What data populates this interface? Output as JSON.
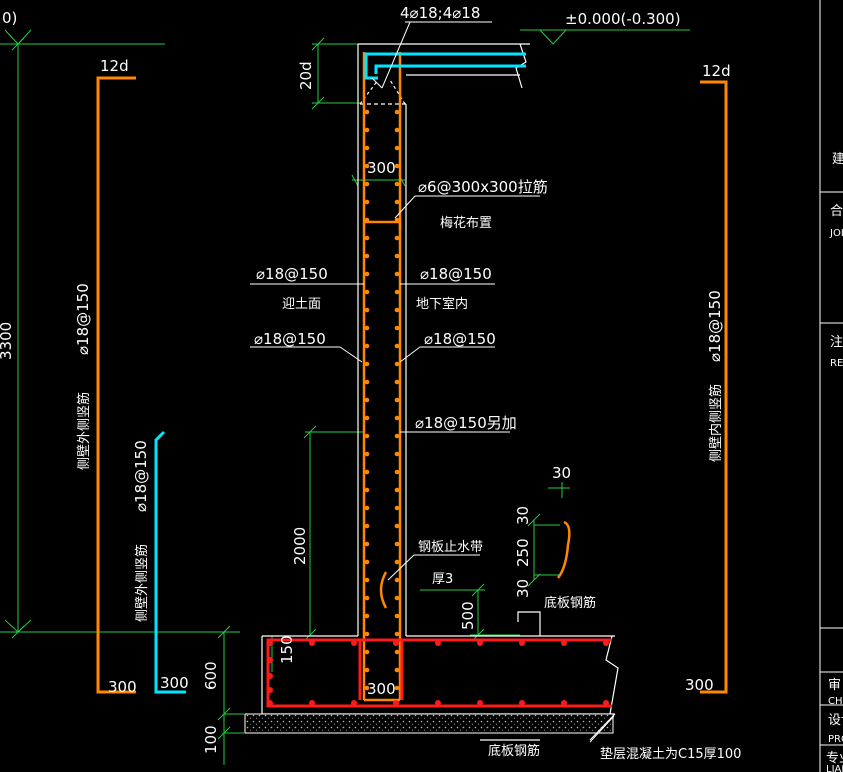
{
  "labels": {
    "top_bars": "4⌀18;4⌀18",
    "elevation": "±0.000(-0.300)",
    "left_elev_fragment": "0)",
    "dim_20d": "20d",
    "dim_300_top": "300",
    "tie_bars": "⌀6@300x300拉筋",
    "tie_layout": "梅花布置",
    "left_bar_1": "⌀18@150",
    "right_bar_1": "⌀18@150",
    "soil_side": "迎土面",
    "indoor_side": "地下室内",
    "left_bar_2": "⌀18@150",
    "right_bar_2": "⌀18@150",
    "extra_bar": "⌀18@150另加",
    "dim_2000": "2000",
    "waterstop": "钢板止水带",
    "waterstop_thick": "厚3",
    "dim_30_a": "30",
    "dim_30_b": "30",
    "dim_250": "250",
    "dim_30_c": "30",
    "dim_500": "500",
    "bottom_rebar_1": "底板钢筋",
    "dim_150": "150",
    "dim_300_bottom": "300",
    "dim_600": "600",
    "dim_100": "100",
    "bottom_rebar_2": "底板钢筋",
    "cushion": "垫层混凝土为C15厚100",
    "dim_3300": "3300",
    "left_bar_12d": "12d",
    "left_bar_spec": "⌀18@150",
    "left_bar_name": "侧壁外侧竖筋",
    "left_bar_300": "300",
    "cyan_bar_spec": "⌀18@150",
    "cyan_bar_name": "侧壁外侧竖筋",
    "cyan_bar_300": "300",
    "right_bar_12d": "12d",
    "right_bar_spec": "⌀18@150",
    "right_bar_name": "侧壁内侧竖筋",
    "right_bar_300": "300"
  },
  "title_block": {
    "t1": "建",
    "t2": "合作",
    "t3": "JOIN",
    "t4": "注册",
    "t5": "REG",
    "t6": "审",
    "t7": "CHE",
    "t8": "设计",
    "t9": "PRO",
    "t10": "专业",
    "t11": "LIAI"
  },
  "colors": {
    "orange": "#ff8800",
    "red": "#ff1a1a",
    "cyan": "#00e5ff",
    "green": "#22cc44",
    "white": "#ffffff"
  }
}
